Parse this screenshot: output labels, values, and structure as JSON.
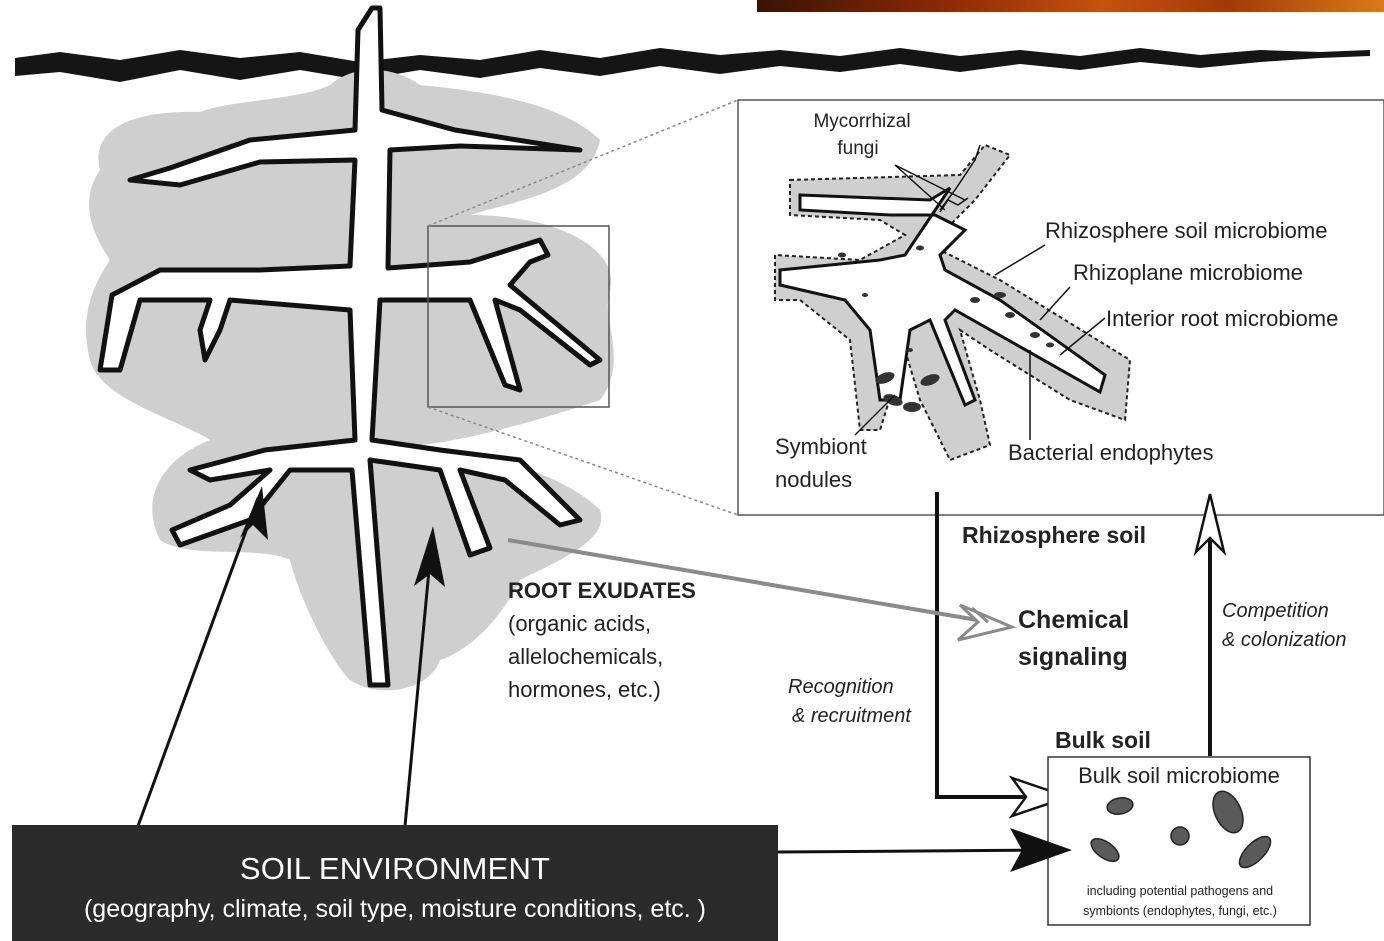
{
  "labels": {
    "mycorrhizal": [
      "Mycorrhizal",
      "fungi"
    ],
    "rhizosphere_soil_microbiome": "Rhizosphere soil microbiome",
    "rhizoplane_microbiome": "Rhizoplane microbiome",
    "interior_root_microbiome": "Interior root microbiome",
    "symbiont_nodules": [
      "Symbiont",
      "nodules"
    ],
    "bacterial_endophytes": "Bacterial endophytes",
    "rhizosphere_soil": "Rhizosphere soil",
    "root_exudates_title": "ROOT EXUDATES",
    "root_exudates_details": [
      "(organic acids,",
      "allelochemicals,",
      "hormones, etc.)"
    ],
    "chemical_signaling": [
      "Chemical",
      "signaling"
    ],
    "competition": [
      "Competition",
      "& colonization"
    ],
    "recognition": [
      "Recognition",
      "& recruitment"
    ],
    "bulk_soil": "Bulk soil",
    "bulk_soil_microbiome": "Bulk soil microbiome",
    "bulk_soil_note": [
      "including potential pathogens and",
      "symbionts (endophytes, fungi, etc.)"
    ],
    "soil_environment_title": "SOIL ENVIRONMENT",
    "soil_environment_sub": "(geography, climate, soil type, moisture conditions, etc. )"
  },
  "colors": {
    "rhizosphere_halo": "#cfcfcf",
    "root_outline": "#111111",
    "soil_env_fill": "#2b2b2b",
    "exudate_arrow": "#8a8a8a",
    "microbe_fill": "#5a5a5a"
  }
}
